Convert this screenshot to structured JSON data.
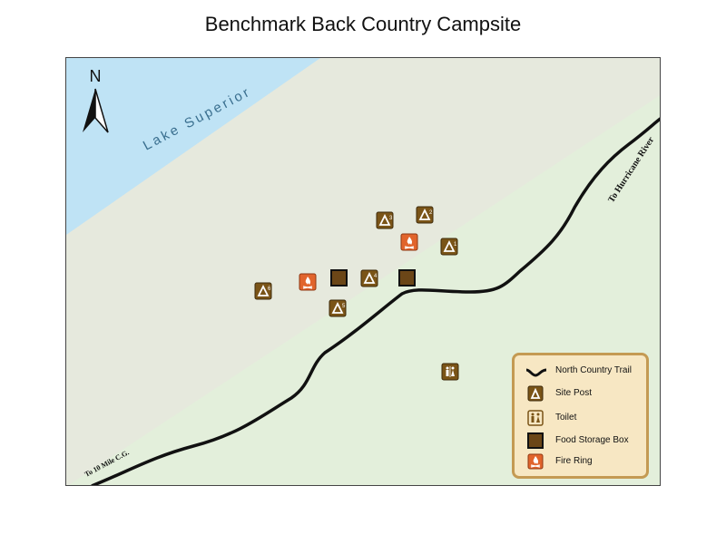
{
  "title": "Benchmark Back Country Campsite",
  "map": {
    "north_label": "N",
    "lake_label": "Lake Superior",
    "trail_label_east": "To Hurricane River",
    "trail_label_west": "To 10 Mile C.G.",
    "colors": {
      "lake": "#bfe3f5",
      "beach": "#e6e9dd",
      "land": "#e3efdb",
      "trail": "#111111",
      "site_post": "#7a5417",
      "fire_ring": "#e1642c",
      "food_storage": "#6b4617",
      "legend_bg": "#f7e7c3",
      "legend_border": "#c49a53"
    },
    "site_posts": [
      {
        "number": "1",
        "icon": "tent-icon"
      },
      {
        "number": "2",
        "icon": "tent-icon"
      },
      {
        "number": "3",
        "icon": "tent-icon"
      },
      {
        "number": "4",
        "icon": "tent-icon"
      },
      {
        "number": "5",
        "icon": "tent-icon"
      },
      {
        "number": "6",
        "icon": "tent-icon"
      }
    ],
    "fire_rings": 2,
    "food_storage_boxes": 2,
    "toilets": 1
  },
  "legend": {
    "items": [
      {
        "label": "North Country Trail",
        "icon": "trail-line-icon"
      },
      {
        "label": "Site Post",
        "icon": "tent-icon"
      },
      {
        "label": "Toilet",
        "icon": "toilet-icon"
      },
      {
        "label": "Food Storage Box",
        "icon": "food-storage-icon"
      },
      {
        "label": "Fire Ring",
        "icon": "fire-icon"
      }
    ]
  }
}
